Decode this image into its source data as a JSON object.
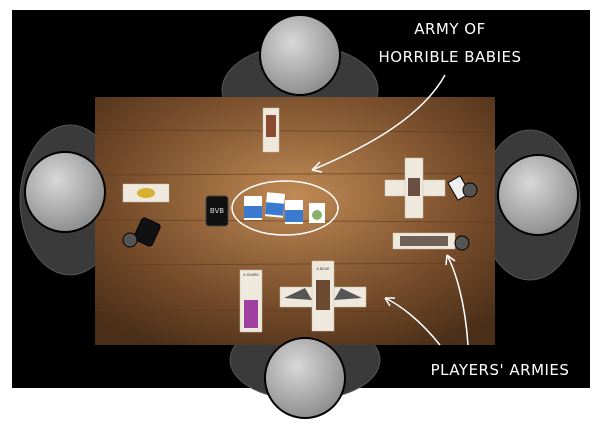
{
  "annotations": {
    "army_line1": "ARMY OF",
    "army_line2": "HORRIBLE BABIES",
    "players_armies": "PLAYERS' ARMIES"
  },
  "deck_label": "BVB",
  "cards": {
    "shark": "A SHARK",
    "bear": "A BEAR"
  },
  "colors": {
    "background": "#000000",
    "table": "#7a4f2c",
    "player": "#9a9a9a"
  }
}
